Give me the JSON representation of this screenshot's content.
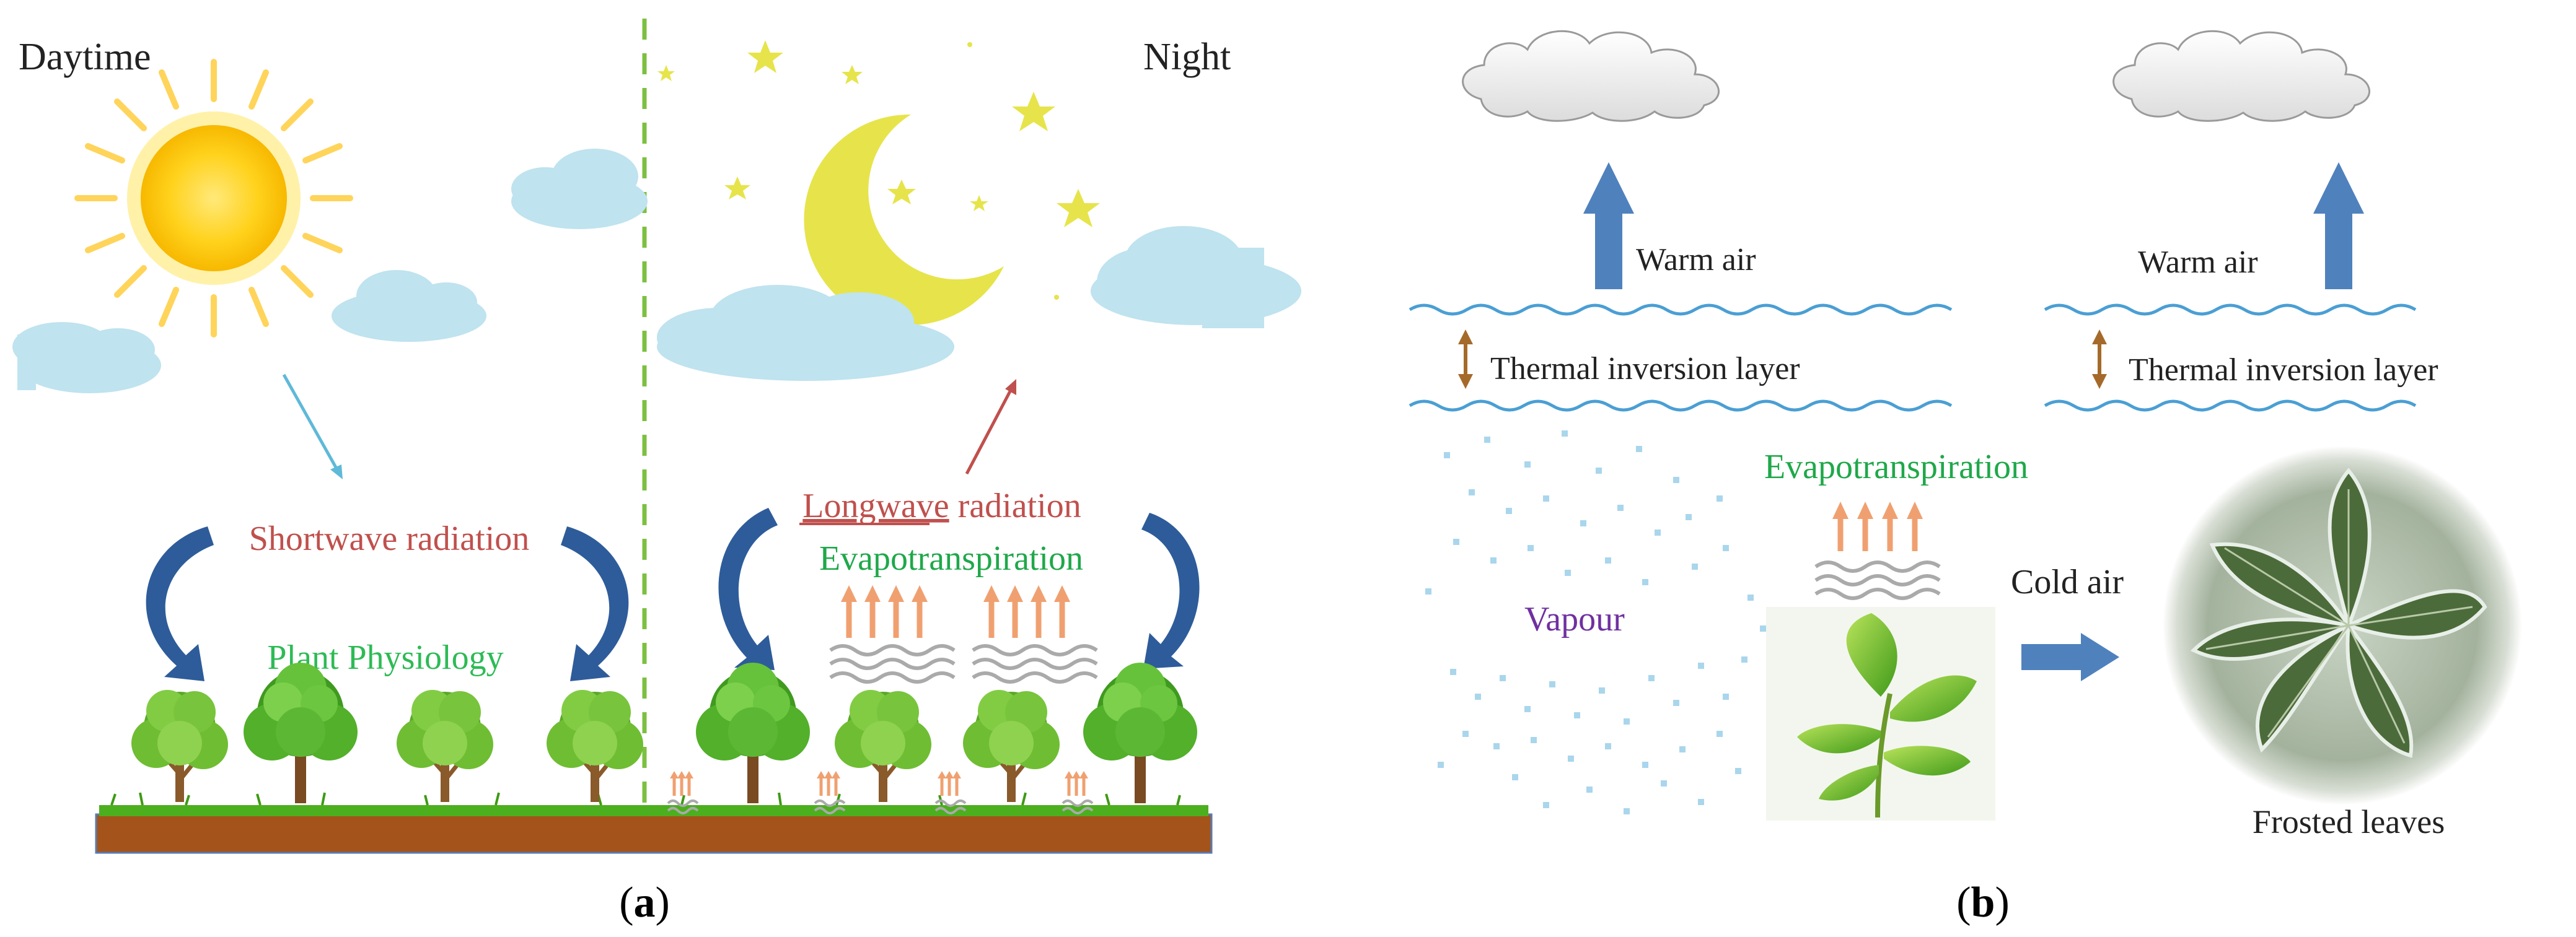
{
  "panel_a": {
    "day_label": "Daytime",
    "night_label": "Night",
    "shortwave_label": "Shortwave radiation",
    "plant_physiology_label": "Plant Physiology",
    "longwave_word": "Longwave",
    "radiation_word": " radiation",
    "evapotranspiration_label": "Evapotranspiration",
    "caption_open": "(",
    "caption_letter": "a",
    "caption_close": ")"
  },
  "panel_b": {
    "warm_air_left": "Warm air",
    "warm_air_right": "Warm air",
    "inversion_left": "Thermal inversion layer",
    "inversion_right": "Thermal inversion layer",
    "evapotranspiration_label": "Evapotranspiration",
    "vapour_label": "Vapour",
    "cold_air_label": "Cold air",
    "frosted_label": "Frosted leaves",
    "caption_open": "(",
    "caption_letter": "b",
    "caption_close": ")"
  },
  "colors": {
    "shortwave": "#c0504d",
    "longwave": "#c0504d",
    "plant_physiology": "#2dbb55",
    "evapotranspiration": "#1fa84a",
    "vapour": "#7030a0",
    "curved_arrow": "#2e5c9a",
    "warm_air_arrow": "#4f81bd",
    "inversion_wave": "#4a9fd4",
    "inversion_arrow": "#a56a2a",
    "heat_arrow": "#f0a070",
    "ground": "#a4541a",
    "grass": "#4caf1e",
    "divider": "#7cc042",
    "sun": "#ffd21c",
    "moon": "#e6e44a",
    "star": "#e6e44a",
    "cloud_blue": "#bfe3ef"
  }
}
